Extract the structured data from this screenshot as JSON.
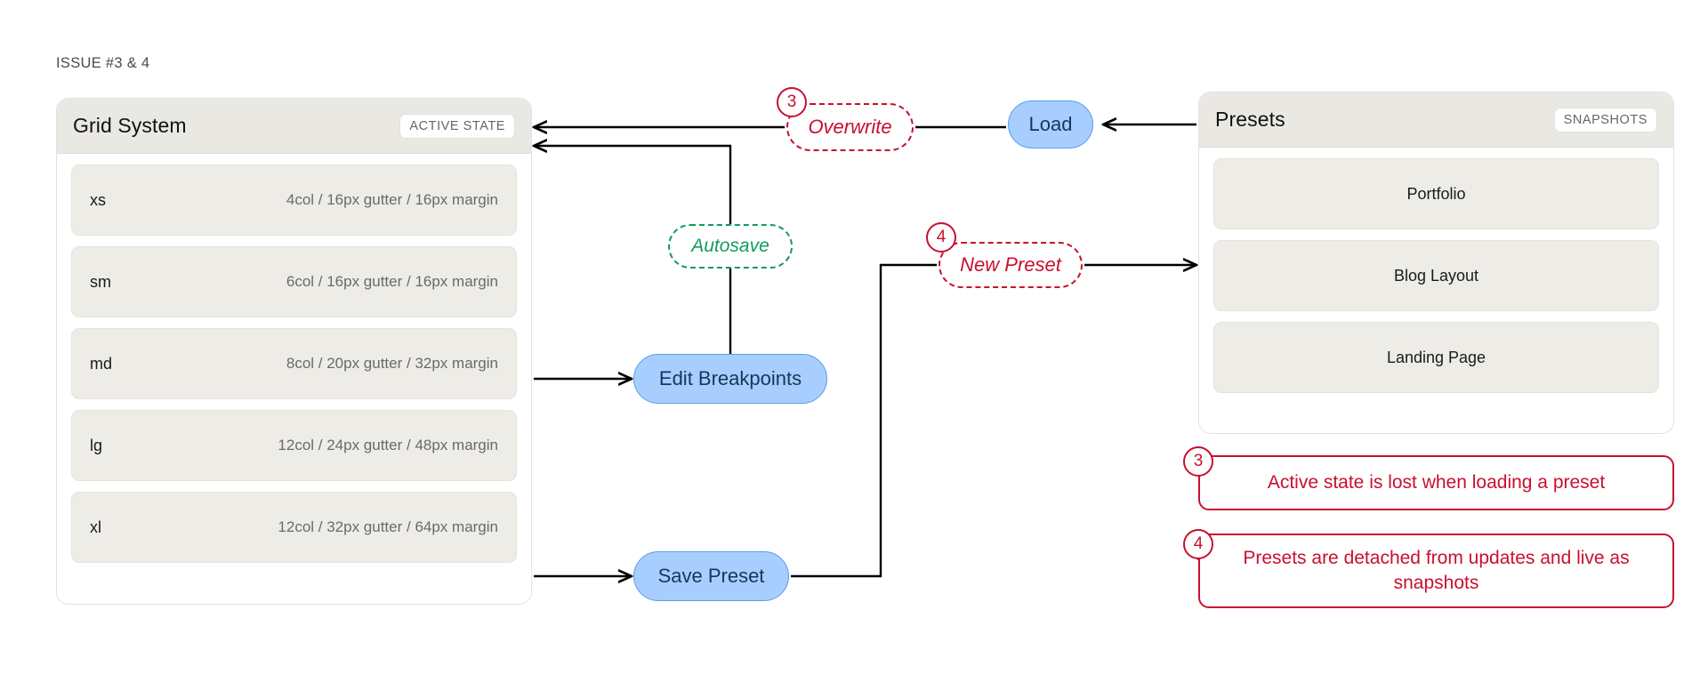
{
  "caption": "ISSUE #3 & 4",
  "grid_card": {
    "title": "Grid System",
    "chip": "ACTIVE STATE",
    "rows": [
      {
        "key": "xs",
        "value": "4col / 16px gutter / 16px margin"
      },
      {
        "key": "sm",
        "value": "6col / 16px gutter / 16px margin"
      },
      {
        "key": "md",
        "value": "8col / 20px gutter / 32px margin"
      },
      {
        "key": "lg",
        "value": "12col / 24px gutter / 48px margin"
      },
      {
        "key": "xl",
        "value": "12col / 32px gutter / 64px margin"
      }
    ]
  },
  "presets_card": {
    "title": "Presets",
    "chip": "SNAPSHOTS",
    "rows": [
      {
        "label": "Portfolio"
      },
      {
        "label": "Blog Layout"
      },
      {
        "label": "Landing Page"
      }
    ]
  },
  "nodes": {
    "load": "Load",
    "edit_breakpoints": "Edit Breakpoints",
    "save_preset": "Save Preset"
  },
  "annotations": {
    "overwrite": "Overwrite",
    "autosave": "Autosave",
    "new_preset": "New Preset"
  },
  "badges": {
    "three": "3",
    "four": "4"
  },
  "notes": [
    {
      "number": "3",
      "text": "Active state is lost when loading a preset"
    },
    {
      "number": "4",
      "text": "Presets are detached from updates and live as snapshots"
    }
  ],
  "colors": {
    "issue_red": "#c8102e",
    "autosave_green": "#0f9d58",
    "node_blue_fill": "#a7ceff",
    "node_blue_border": "#5a9ded",
    "node_blue_text": "#17365c",
    "card_header": "#eae8e2",
    "row_fill": "#eeece7"
  }
}
